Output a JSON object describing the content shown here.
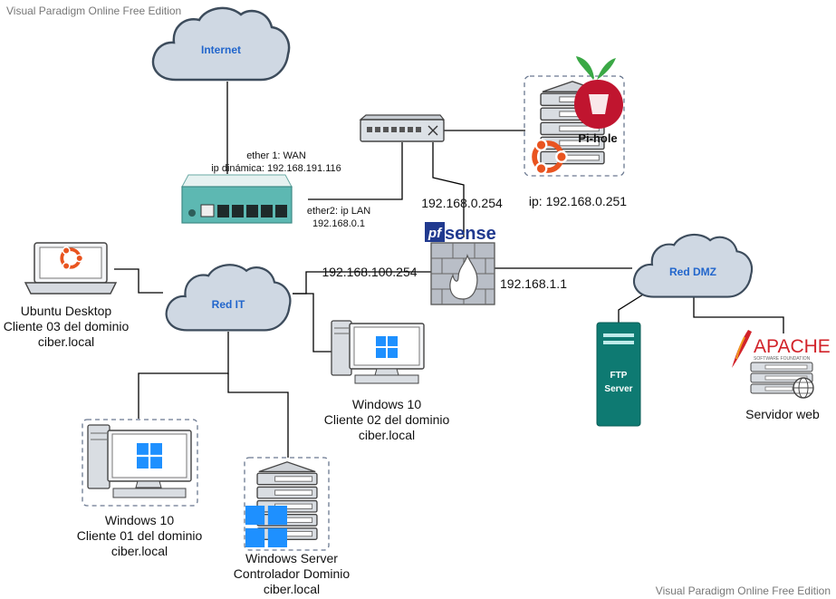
{
  "watermark_top": "Visual Paradigm Online Free Edition",
  "watermark_bottom": "Visual Paradigm Online Free Edition",
  "clouds": {
    "internet": "Internet",
    "red_it": "Red IT",
    "red_dmz": "Red DMZ"
  },
  "router": {
    "wan_line1": "ether 1: WAN",
    "wan_line2": "ip dinámica: 192.168.191.116",
    "lan_line1": "ether2: ip LAN",
    "lan_line2": "192.168.0.1"
  },
  "links": {
    "switch_to_pfsense": "192.168.0.254",
    "pfsense_to_redit": "192.168.100.254",
    "pfsense_to_dmz": "192.168.1.1"
  },
  "pfsense_logo": {
    "pf": "pf",
    "sense": "sense"
  },
  "pihole": {
    "label": "Pi-hole",
    "ip": "ip: 192.168.0.251"
  },
  "ubuntu_client": {
    "line1": "Ubuntu Desktop",
    "line2": "Cliente 03 del dominio",
    "line3": "ciber.local"
  },
  "win_client2": {
    "line1": "Windows 10",
    "line2": "Cliente 02 del dominio",
    "line3": "ciber.local"
  },
  "win_client1": {
    "line1": "Windows 10",
    "line2": "Cliente 01 del dominio",
    "line3": "ciber.local"
  },
  "win_server": {
    "line1": "Windows Server",
    "line2": "Controlador Dominio",
    "line3": "ciber.local"
  },
  "ftp": {
    "line1": "FTP",
    "line2": "Server"
  },
  "apache": {
    "logo": "APACHE",
    "tagline": "SOFTWARE FOUNDATION",
    "label": "Servidor web"
  },
  "colors": {
    "cloud_fill": "#cfd8e3",
    "cloud_stroke": "#3d4c5c",
    "cloud_text": "#2266cc",
    "router_teal": "#5db8b2",
    "ftp_teal": "#0e7a72",
    "pfsense_blue": "#213a8f",
    "windows_blue": "#1e90ff",
    "ubuntu_orange": "#e95420",
    "pihole_red": "#c0152f",
    "apache_red": "#d2232a"
  }
}
